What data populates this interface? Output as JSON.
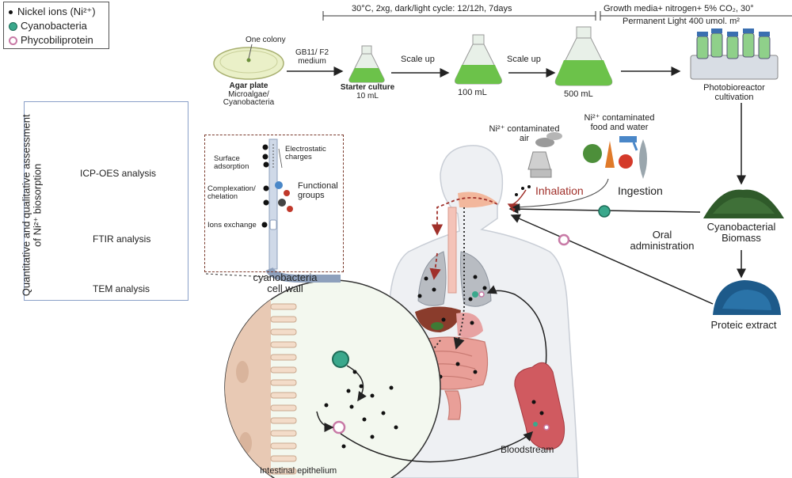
{
  "legend": {
    "nickel": "Nickel ions (Ni²⁺)",
    "cyano": "Cyanobacteria",
    "phyco": "Phycobiliprotein"
  },
  "panel": {
    "vertical_title": "Quantitative and qualitative assessment of Ni²⁺ biosorption",
    "icp": "ICP-OES analysis",
    "ftir": "FTIR analysis",
    "tem": "TEM analysis"
  },
  "culture": {
    "conditions": "30°C, 2xg, dark/light cycle: 12/12h, 7days",
    "growth_media": "Growth media+ nitrogen+ 5% CO₂, 30°",
    "permanent_light": "Permanent Light  400 umol. m²",
    "one_colony": "One colony",
    "medium": "GB11/ F2",
    "medium2": "medium",
    "agar_bold": "Agar plate",
    "agar_1": "Microalgae/",
    "agar_2": "Cyanobacteria",
    "starter_bold": "Starter culture",
    "starter_vol": "10 mL",
    "scale_up_1": "Scale up",
    "scale_up_2": "Scale up",
    "vol_100": "100 mL",
    "vol_500": "500 mL",
    "pbr_1": "Photobioreactor",
    "pbr_2": "cultivation"
  },
  "exposure": {
    "air_1": "Ni²⁺ contaminated",
    "air_2": "air",
    "food_1": "Ni²⁺ contaminated",
    "food_2": "food and water",
    "inhalation": "Inhalation",
    "ingestion": "Ingestion",
    "oral_1": "Oral",
    "oral_2": "administration",
    "biomass_1": "Cyanobacterial",
    "biomass_2": "Biomass",
    "proteic": "Proteic extract"
  },
  "cell_wall": {
    "surface_1": "Surface",
    "surface_2": "adsorption",
    "complex_1": "Complexation/",
    "complex_2": "chelation",
    "ions": "Ions exchange",
    "electro_1": "Electrostatic",
    "electro_2": "charges",
    "func_1": "Functional",
    "func_2": "groups",
    "caption_1": "cyanobacteria",
    "caption_2": "cell wall"
  },
  "body": {
    "epithelium": "Intestinal epithelium",
    "bloodstream": "Bloodstream"
  },
  "colors": {
    "culture_green": "#6cc24a",
    "biomass_green": "#2f5a2a",
    "extract_blue": "#1d5a8a",
    "cyano_teal": "#3aa88c",
    "phyco_pink": "#c87aa6",
    "inhalation_red": "#a0302a",
    "arrow_dark": "#222222"
  }
}
